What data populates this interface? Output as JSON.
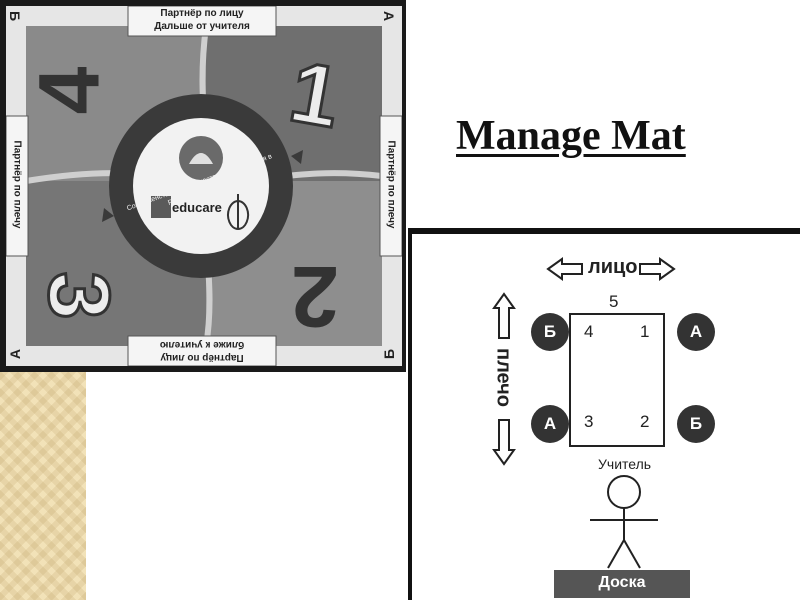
{
  "title": "Manage Mat",
  "mat": {
    "top_label_line1": "Партнёр по лицу",
    "top_label_line2": "Дальше от учителя",
    "bottom_label_line1": "Партнёр по лицу",
    "bottom_label_line2": "ближе к учителю",
    "left_label": "Партнёр по плечу",
    "right_label": "Партнёр по плечу",
    "numbers": [
      "4",
      "1",
      "3",
      "2"
    ],
    "corner_letters": [
      "Б",
      "А",
      "А",
      "Б"
    ],
    "ring_text": "Совершенствование Качества Преподавания в Республике Татарстан",
    "logo_text": "educare"
  },
  "diagram": {
    "face_label": "лицо",
    "shoulder_label": "плечо",
    "top_number": "5",
    "cell_numbers": [
      "4",
      "1",
      "3",
      "2"
    ],
    "circle_letters": [
      "Б",
      "А",
      "А",
      "Б"
    ],
    "teacher_label": "Учитель",
    "board_label": "Доска"
  }
}
